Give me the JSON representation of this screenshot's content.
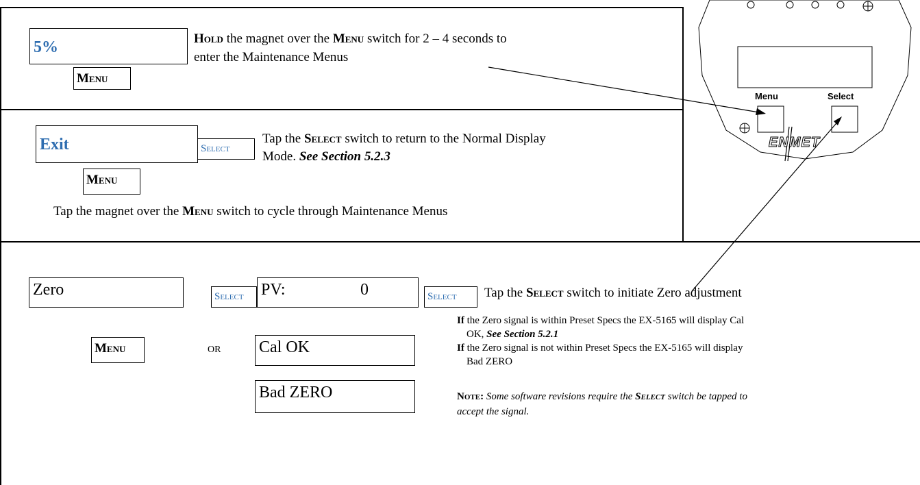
{
  "row1": {
    "display": "5%",
    "menu_button": "Menu",
    "hold_bold": "Hold",
    "hold_text_a": " the magnet over the ",
    "menu_word": "Menu",
    "hold_text_b": " switch for 2 – 4 seconds to",
    "hold_text_c": "enter the Maintenance Menus"
  },
  "row2": {
    "display": "Exit",
    "select_button": "Select",
    "menu_button": "Menu",
    "tap_a": "Tap the ",
    "select_word": "Select",
    "tap_b": " switch to return to the Normal Display",
    "tap_c": "Mode.  ",
    "section": "See Section 5.2.3",
    "cycle_a": "Tap the magnet over the ",
    "cycle_menu_word": "Menu",
    "cycle_b": " switch to cycle through Maintenance Menus"
  },
  "device": {
    "menu_label": "Menu",
    "select_label": "Select",
    "brand": "ENMET"
  },
  "row3": {
    "display_zero": "Zero",
    "select_button_1": "Select",
    "pv_label": "PV:",
    "pv_value": "0",
    "select_button_2": "Select",
    "tap_a": "Tap the ",
    "select_word": "Select",
    "tap_b": " switch to initiate Zero adjustment",
    "if1_bold": "If",
    "if1_a": " the Zero signal is within Preset Specs the EX-5165 will display Cal",
    "if1_b": "OK, ",
    "if1_section": "See Section 5.2.1",
    "if2_bold": "If",
    "if2_a": " the Zero signal is not within Preset Specs the EX-5165 will display",
    "if2_b": "Bad ZERO",
    "menu_button": "Menu",
    "or_label": "OR",
    "cal_ok": "Cal  OK",
    "bad_zero": "Bad ZERO",
    "note_bold": "Note:",
    "note_a": " Some software revisions require the ",
    "note_select": "Select",
    "note_b": " switch be tapped to",
    "note_c": "accept the signal."
  }
}
